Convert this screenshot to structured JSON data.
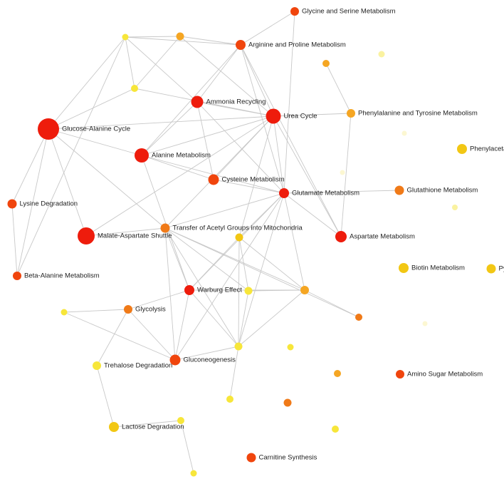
{
  "colors": {
    "red": "#ee1c0c",
    "red_orange": "#f0450d",
    "orange": "#f07a18",
    "amber": "#f5a623",
    "gold": "#f2c714",
    "yellow": "#f7e63a",
    "pale_yellow": "#faf2a0",
    "faint_yellow": "#fcf7d2",
    "edge": "#c8c8c8"
  },
  "nodes": [
    {
      "id": "glycine-serine",
      "label": "Glycine and Serine Metabolism",
      "color": "red_orange"
    },
    {
      "id": "arginine-proline",
      "label": "Arginine and Proline Metabolism",
      "color": "red_orange"
    },
    {
      "id": "ammonia-recycling",
      "label": "Ammonia Recycling",
      "color": "red"
    },
    {
      "id": "urea-cycle",
      "label": "Urea Cycle",
      "color": "red"
    },
    {
      "id": "phenylalanine-tyrosine",
      "label": "Phenylalanine and Tyrosine Metabolism",
      "color": "amber"
    },
    {
      "id": "glucose-alanine",
      "label": "Glucose-Alanine Cycle",
      "color": "red"
    },
    {
      "id": "phenylacetate",
      "label": "Phenylaceta",
      "color": "gold"
    },
    {
      "id": "alanine",
      "label": "Alanine Metabolism",
      "color": "red"
    },
    {
      "id": "cysteine",
      "label": "Cysteine Metabolism",
      "color": "red_orange"
    },
    {
      "id": "glutamate",
      "label": "Glutamate Metabolism",
      "color": "red"
    },
    {
      "id": "glutathione",
      "label": "Glutathione Metabolism",
      "color": "orange"
    },
    {
      "id": "lysine",
      "label": "Lysine Degradation",
      "color": "red_orange"
    },
    {
      "id": "acetyl-transfer",
      "label": "Transfer of Acetyl Groups into Mitochondria",
      "color": "orange"
    },
    {
      "id": "malate-aspartate",
      "label": "Malate-Aspartate Shuttle",
      "color": "red"
    },
    {
      "id": "aspartate",
      "label": "Aspartate Metabolism",
      "color": "red"
    },
    {
      "id": "biotin",
      "label": "Biotin Metabolism",
      "color": "gold"
    },
    {
      "id": "pyruvate",
      "label": "Pyruvalc",
      "color": "gold"
    },
    {
      "id": "beta-alanine",
      "label": "Beta-Alanine Metabolism",
      "color": "red_orange"
    },
    {
      "id": "warburg",
      "label": "Warburg Effect",
      "color": "red"
    },
    {
      "id": "glycolysis",
      "label": "Glycolysis",
      "color": "orange"
    },
    {
      "id": "gluconeogenesis",
      "label": "Gluconeogenesis",
      "color": "red_orange"
    },
    {
      "id": "trehalose",
      "label": "Trehalose Degradation",
      "color": "yellow"
    },
    {
      "id": "amino-sugar",
      "label": "Amino Sugar Metabolism",
      "color": "red_orange"
    },
    {
      "id": "lactose",
      "label": "Lactose Degradation",
      "color": "gold"
    },
    {
      "id": "carnitine",
      "label": "Carnitine Synthesis",
      "color": "red_orange"
    },
    {
      "id": "u1",
      "label": "",
      "color": "yellow"
    },
    {
      "id": "u2",
      "label": "",
      "color": "amber"
    },
    {
      "id": "u3",
      "label": "",
      "color": "yellow"
    },
    {
      "id": "u4",
      "label": "",
      "color": "amber"
    },
    {
      "id": "u5",
      "label": "",
      "color": "pale_yellow"
    },
    {
      "id": "u6",
      "label": "",
      "color": "faint_yellow"
    },
    {
      "id": "u7",
      "label": "",
      "color": "faint_yellow"
    },
    {
      "id": "u8",
      "label": "",
      "color": "pale_yellow"
    },
    {
      "id": "u9",
      "label": "",
      "color": "gold"
    },
    {
      "id": "u10",
      "label": "",
      "color": "yellow"
    },
    {
      "id": "u11",
      "label": "",
      "color": "amber"
    },
    {
      "id": "u12",
      "label": "",
      "color": "yellow"
    },
    {
      "id": "u13",
      "label": "",
      "color": "orange"
    },
    {
      "id": "u14",
      "label": "",
      "color": "faint_yellow"
    },
    {
      "id": "u15",
      "label": "",
      "color": "yellow"
    },
    {
      "id": "u16",
      "label": "",
      "color": "yellow"
    },
    {
      "id": "u17",
      "label": "",
      "color": "amber"
    },
    {
      "id": "u18",
      "label": "",
      "color": "yellow"
    },
    {
      "id": "u19",
      "label": "",
      "color": "orange"
    },
    {
      "id": "u20",
      "label": "",
      "color": "yellow"
    },
    {
      "id": "u21",
      "label": "",
      "color": "yellow"
    },
    {
      "id": "u22",
      "label": "",
      "color": "yellow"
    }
  ],
  "edges": [
    [
      "u1",
      "glucose-alanine"
    ],
    [
      "u1",
      "u2"
    ],
    [
      "u1",
      "arginine-proline"
    ],
    [
      "u1",
      "u3"
    ],
    [
      "u1",
      "ammonia-recycling"
    ],
    [
      "u1",
      "beta-alanine"
    ],
    [
      "u2",
      "arginine-proline"
    ],
    [
      "u2",
      "u3"
    ],
    [
      "u2",
      "urea-cycle"
    ],
    [
      "u3",
      "glucose-alanine"
    ],
    [
      "u3",
      "urea-cycle"
    ],
    [
      "glycine-serine",
      "arginine-proline"
    ],
    [
      "glycine-serine",
      "glutamate"
    ],
    [
      "arginine-proline",
      "ammonia-recycling"
    ],
    [
      "arginine-proline",
      "urea-cycle"
    ],
    [
      "arginine-proline",
      "glutamate"
    ],
    [
      "arginine-proline",
      "aspartate"
    ],
    [
      "arginine-proline",
      "alanine"
    ],
    [
      "ammonia-recycling",
      "urea-cycle"
    ],
    [
      "ammonia-recycling",
      "glutamate"
    ],
    [
      "ammonia-recycling",
      "alanine"
    ],
    [
      "ammonia-recycling",
      "cysteine"
    ],
    [
      "urea-cycle",
      "phenylalanine-tyrosine"
    ],
    [
      "urea-cycle",
      "glucose-alanine"
    ],
    [
      "urea-cycle",
      "alanine"
    ],
    [
      "urea-cycle",
      "cysteine"
    ],
    [
      "urea-cycle",
      "glutamate"
    ],
    [
      "urea-cycle",
      "aspartate"
    ],
    [
      "urea-cycle",
      "acetyl-transfer"
    ],
    [
      "urea-cycle",
      "u9"
    ],
    [
      "urea-cycle",
      "malate-aspartate"
    ],
    [
      "u4",
      "phenylalanine-tyrosine"
    ],
    [
      "phenylalanine-tyrosine",
      "aspartate"
    ],
    [
      "glucose-alanine",
      "alanine"
    ],
    [
      "glucose-alanine",
      "malate-aspartate"
    ],
    [
      "glucose-alanine",
      "lysine"
    ],
    [
      "glucose-alanine",
      "beta-alanine"
    ],
    [
      "glucose-alanine",
      "acetyl-transfer"
    ],
    [
      "alanine",
      "cysteine"
    ],
    [
      "alanine",
      "glutamate"
    ],
    [
      "alanine",
      "warburg"
    ],
    [
      "cysteine",
      "glutamate"
    ],
    [
      "glutamate",
      "glutathione"
    ],
    [
      "glutamate",
      "aspartate"
    ],
    [
      "glutamate",
      "acetyl-transfer"
    ],
    [
      "glutamate",
      "u9"
    ],
    [
      "glutamate",
      "u11"
    ],
    [
      "glutamate",
      "warburg"
    ],
    [
      "glutamate",
      "gluconeogenesis"
    ],
    [
      "glutamate",
      "u12"
    ],
    [
      "lysine",
      "beta-alanine"
    ],
    [
      "acetyl-transfer",
      "malate-aspartate"
    ],
    [
      "acetyl-transfer",
      "warburg"
    ],
    [
      "acetyl-transfer",
      "gluconeogenesis"
    ],
    [
      "acetyl-transfer",
      "u10"
    ],
    [
      "acetyl-transfer",
      "u11"
    ],
    [
      "acetyl-transfer",
      "u12"
    ],
    [
      "acetyl-transfer",
      "u13"
    ],
    [
      "u9",
      "u11"
    ],
    [
      "u9",
      "warburg"
    ],
    [
      "u9",
      "u10"
    ],
    [
      "u9",
      "u12"
    ],
    [
      "warburg",
      "gluconeogenesis"
    ],
    [
      "warburg",
      "u11"
    ],
    [
      "warburg",
      "u12"
    ],
    [
      "glycolysis",
      "u15"
    ],
    [
      "glycolysis",
      "trehalose"
    ],
    [
      "glycolysis",
      "warburg"
    ],
    [
      "glycolysis",
      "gluconeogenesis"
    ],
    [
      "u15",
      "gluconeogenesis"
    ],
    [
      "trehalose",
      "lactose"
    ],
    [
      "lactose",
      "u20"
    ],
    [
      "u20",
      "u22"
    ],
    [
      "gluconeogenesis",
      "u12"
    ],
    [
      "u12",
      "u11"
    ],
    [
      "u12",
      "u10"
    ],
    [
      "u12",
      "u18"
    ],
    [
      "u10",
      "u11"
    ],
    [
      "u11",
      "u13"
    ]
  ]
}
